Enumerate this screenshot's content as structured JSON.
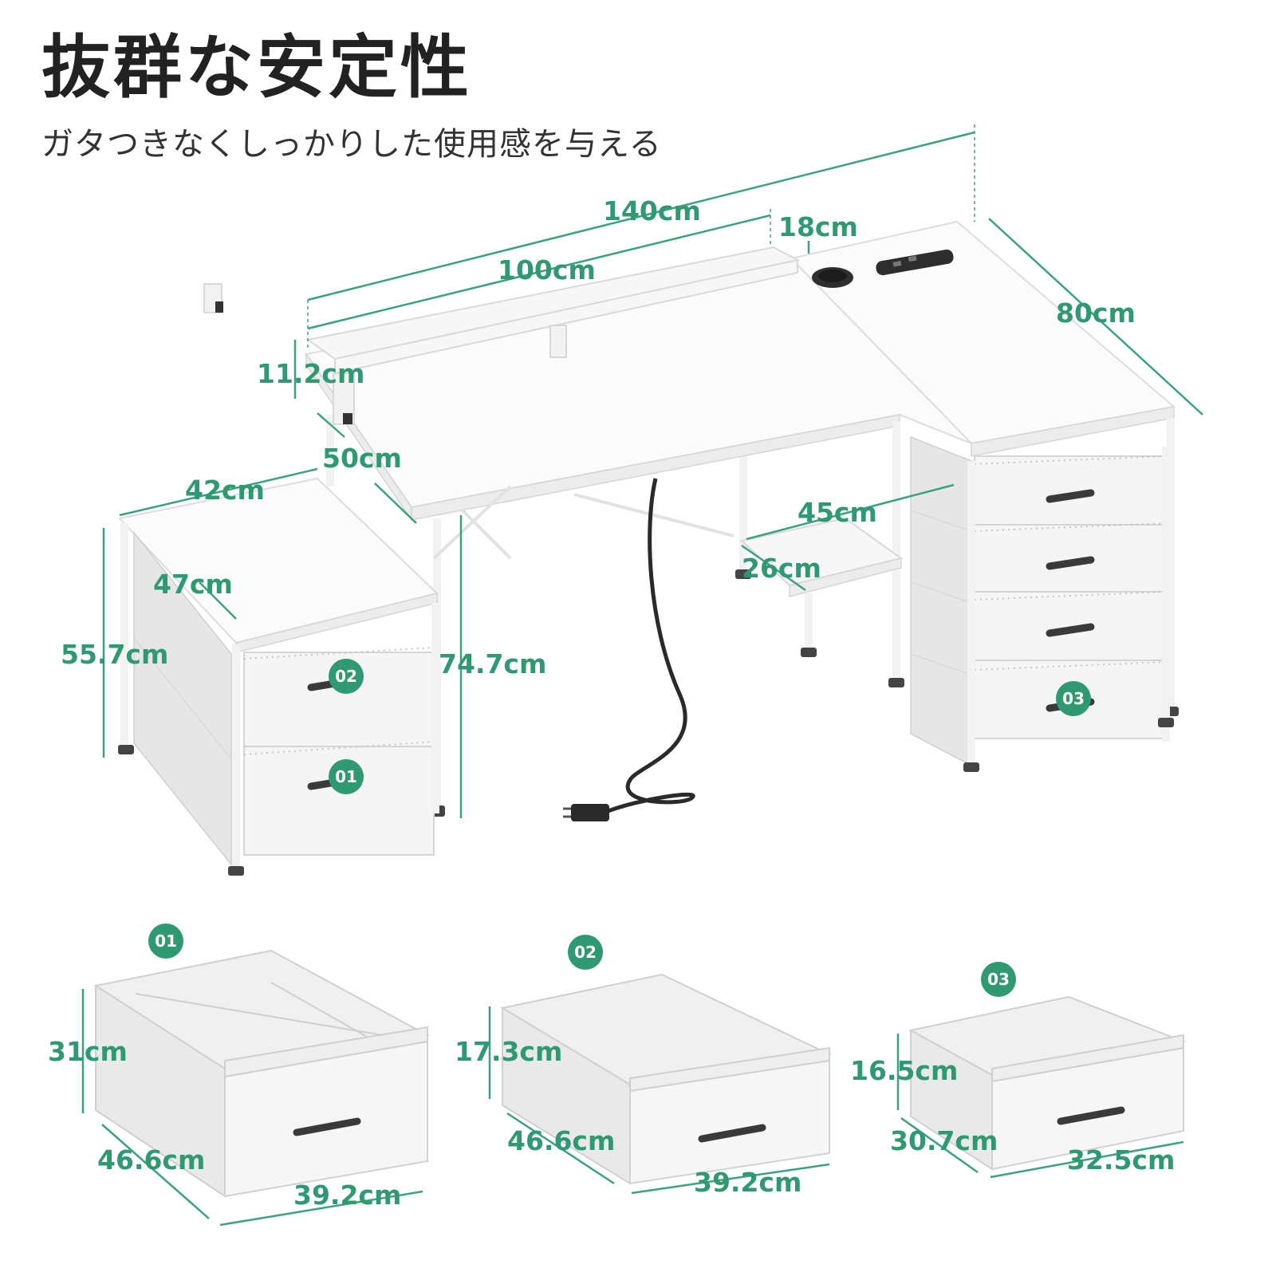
{
  "heading": {
    "title": "抜群な安定性",
    "subtitle": "ガタつきなくしっかりした使用感を与える"
  },
  "colors": {
    "accent": "#2f9a72",
    "badge": "#2f9a72",
    "text": "#222222"
  },
  "desk_dimensions": {
    "total_width": "140cm",
    "shelf_width": "100cm",
    "shelf_depth": "18cm",
    "side_depth": "80cm",
    "shelf_height": "11.2cm",
    "desk_depth": "50cm",
    "cabinet_width": "42cm",
    "cabinet_depth": "47cm",
    "cabinet_height": "55.7cm",
    "desk_height": "74.7cm",
    "shelf_bottom_width": "45cm",
    "shelf_bottom_depth": "26cm"
  },
  "drawer_badges": {
    "d01": "01",
    "d02": "02",
    "d03": "03"
  },
  "drawers": [
    {
      "badge": "01",
      "height": "31cm",
      "depth": "46.6cm",
      "width": "39.2cm"
    },
    {
      "badge": "02",
      "height": "17.3cm",
      "depth": "46.6cm",
      "width": "39.2cm"
    },
    {
      "badge": "03",
      "height": "16.5cm",
      "depth": "30.7cm",
      "width": "32.5cm"
    }
  ]
}
